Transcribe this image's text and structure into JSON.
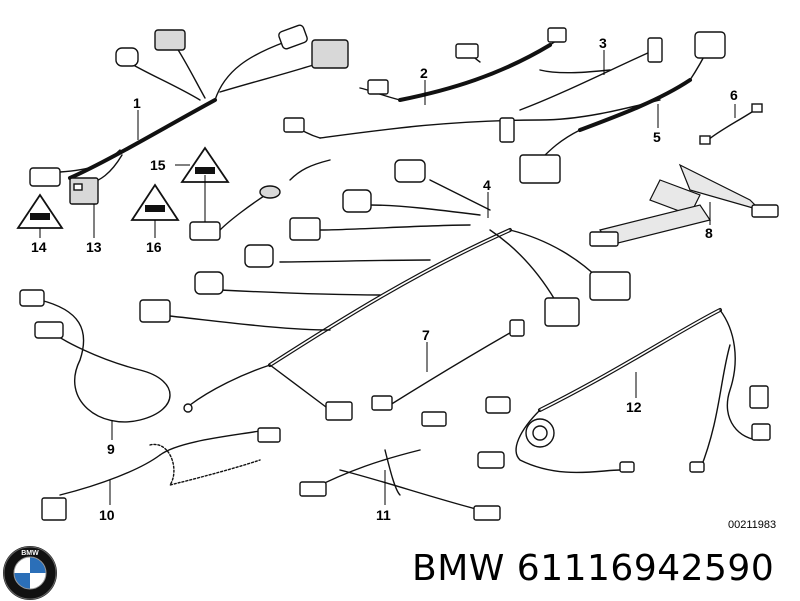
{
  "diagram": {
    "callouts": [
      "1",
      "2",
      "3",
      "4",
      "5",
      "6",
      "7",
      "8",
      "9",
      "10",
      "11",
      "12",
      "13",
      "14",
      "15",
      "16"
    ],
    "reference_code": "00211983"
  },
  "footer": {
    "brand_part_text": "BMW 61116942590",
    "logo_letters": "BMW"
  }
}
